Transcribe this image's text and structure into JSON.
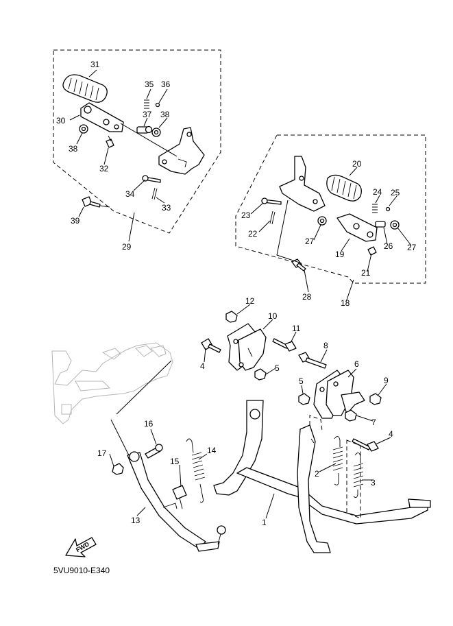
{
  "diagram_code": "5VU9010-E340",
  "fwd_text": "FWD",
  "callouts": [
    "1",
    "2",
    "3",
    "4",
    "4",
    "5",
    "5",
    "6",
    "7",
    "8",
    "9",
    "10",
    "11",
    "12",
    "13",
    "14",
    "15",
    "16",
    "17",
    "18",
    "19",
    "20",
    "21",
    "22",
    "23",
    "24",
    "25",
    "26",
    "27",
    "27",
    "28",
    "29",
    "30",
    "31",
    "32",
    "33",
    "34",
    "35",
    "36",
    "37",
    "38",
    "38",
    "39"
  ]
}
